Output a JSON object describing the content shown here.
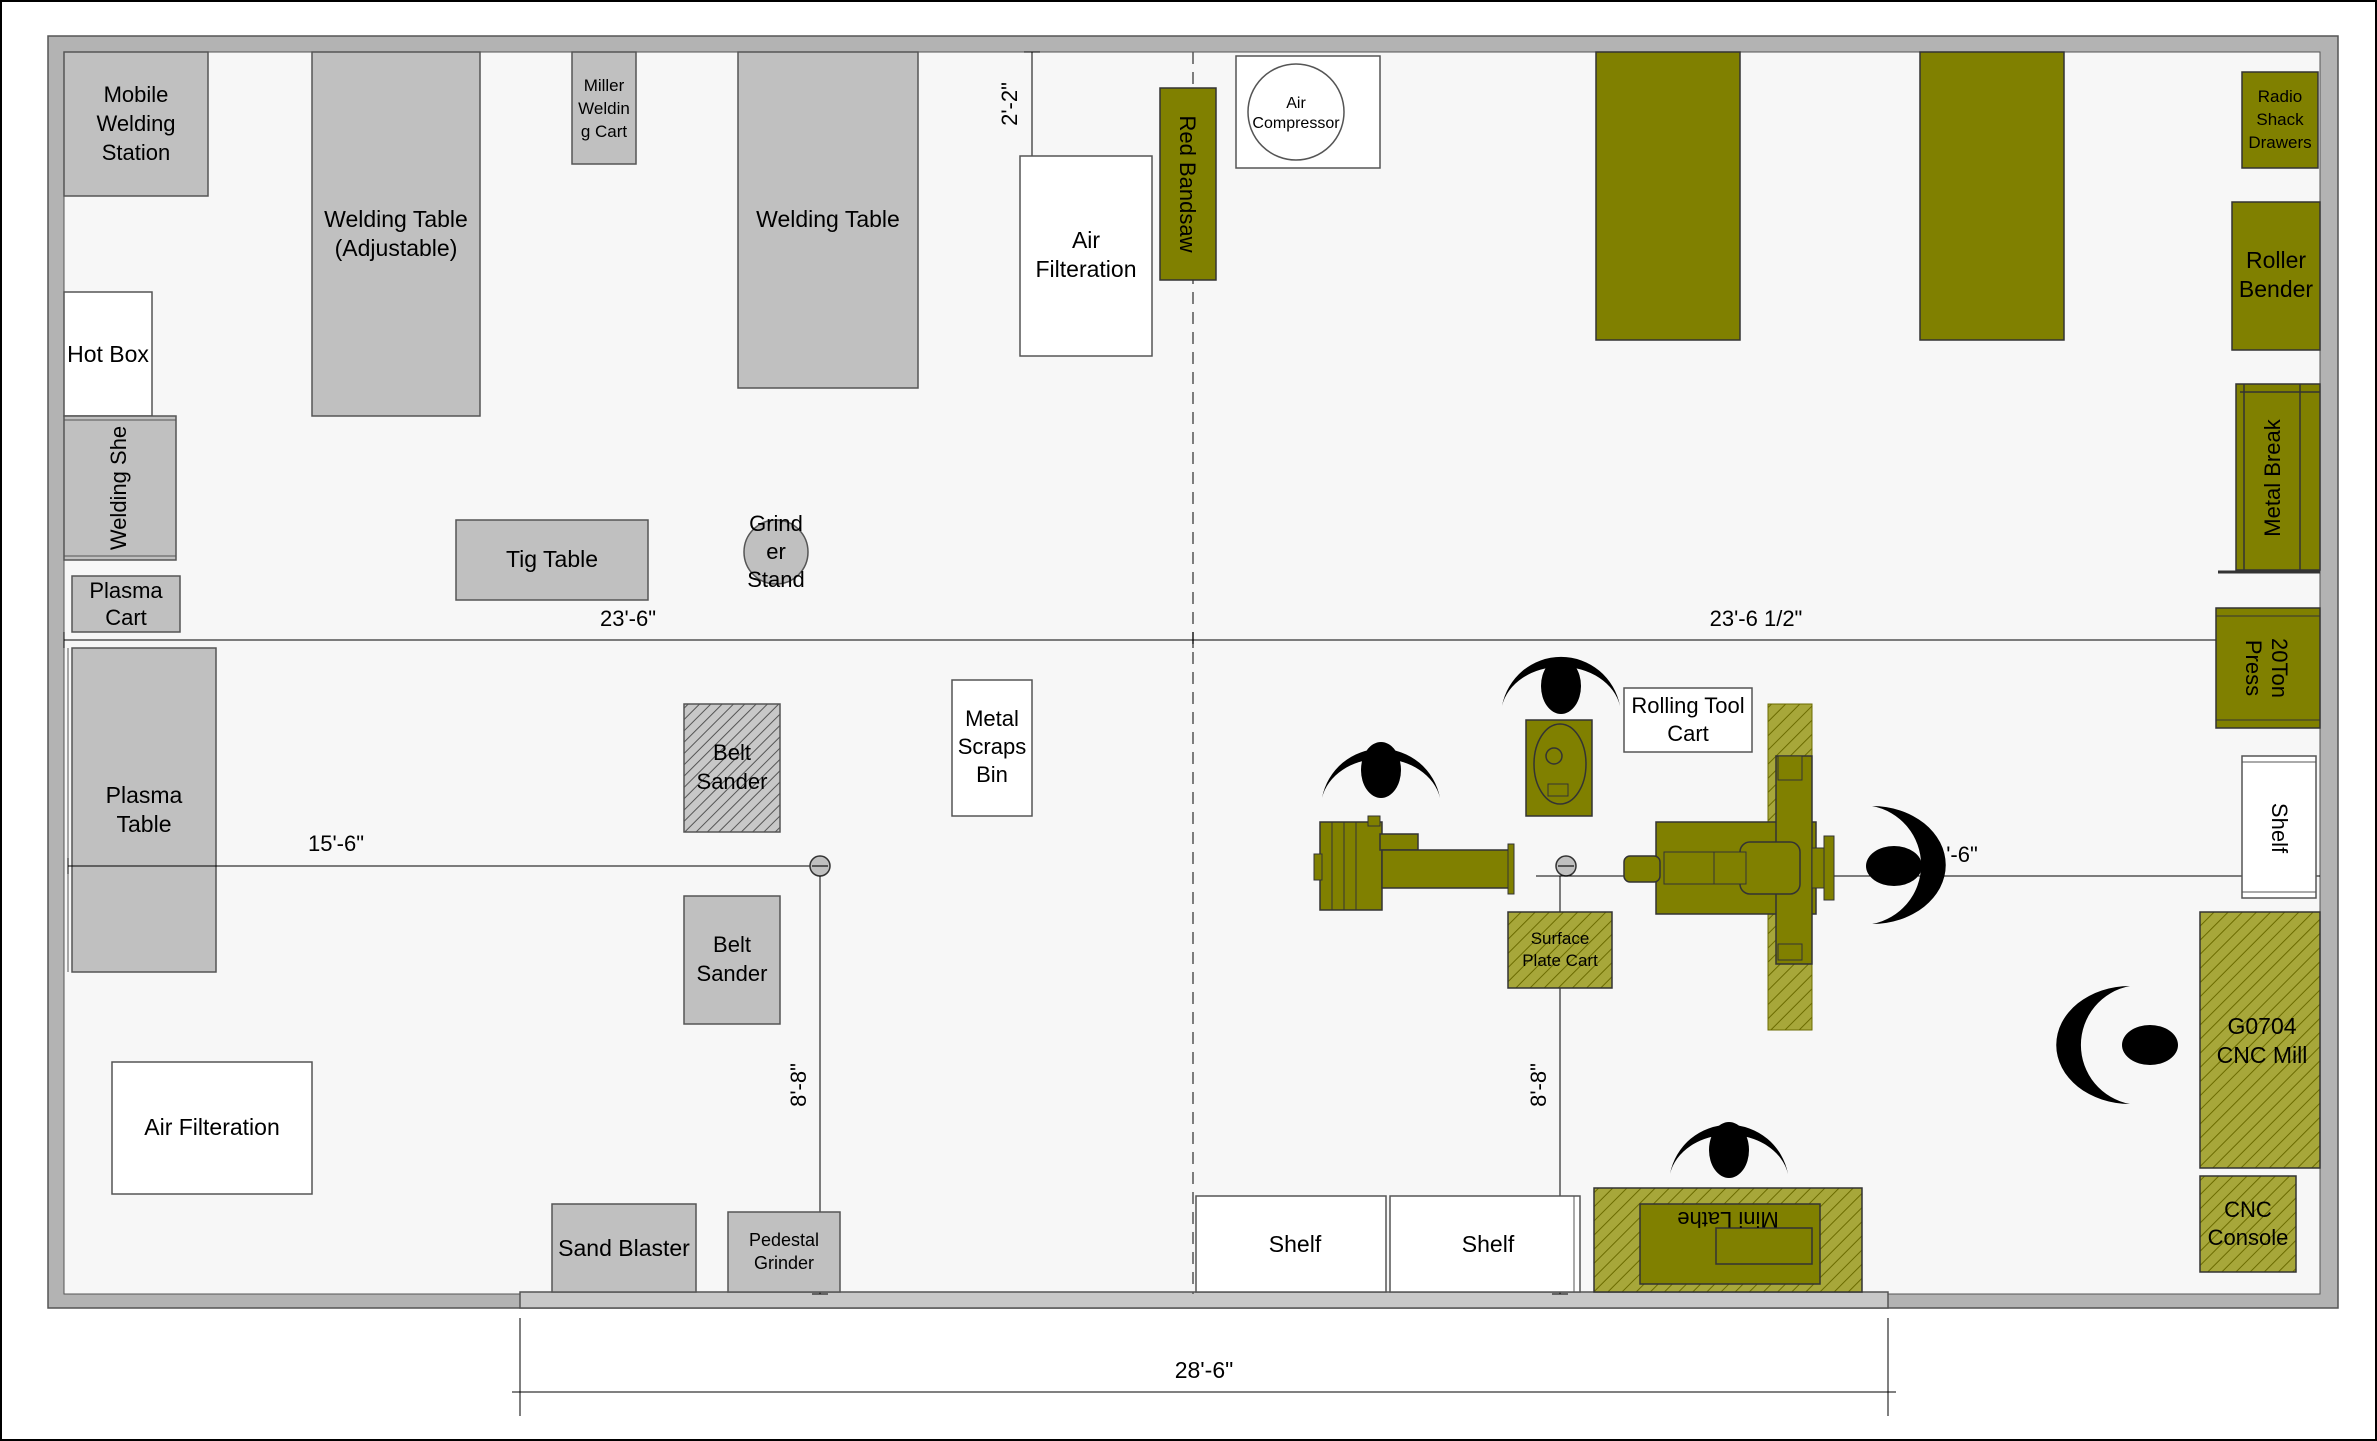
{
  "diagram": {
    "equipment": {
      "mobile_welding_station": [
        "Mobile",
        "Welding",
        "Station"
      ],
      "welding_table_adjustable": [
        "Welding Table",
        "(Adjustable)"
      ],
      "miller_welding_cart": [
        "Miller",
        "Weldin",
        "g Cart"
      ],
      "welding_table": "Welding Table",
      "air_filteration_top": [
        "Air",
        "Filteration"
      ],
      "red_bandsaw": "Red Bandsaw",
      "air_compressor": [
        "Air",
        "Compressor"
      ],
      "radio_shack_drawers": [
        "Radio",
        "Shack",
        "Drawers"
      ],
      "roller_bender": [
        "Roller",
        "Bender"
      ],
      "hot_box": "Hot Box",
      "welding_shelf": "Welding She",
      "metal_break": "Metal Break",
      "tig_table": "Tig Table",
      "grinder_stand": [
        "Grind",
        "er",
        "Stand"
      ],
      "plasma_cart": [
        "Plasma",
        "Cart"
      ],
      "press": [
        "20Ton",
        "Press"
      ],
      "plasma_table": [
        "Plasma",
        "Table"
      ],
      "belt_sander_hatched": [
        "Belt",
        "Sander"
      ],
      "metal_scraps_bin": [
        "Metal",
        "Scraps",
        "Bin"
      ],
      "rolling_tool_cart": [
        "Rolling Tool",
        "Cart"
      ],
      "shelf_right": "Shelf",
      "belt_sander": [
        "Belt",
        "Sander"
      ],
      "surface_plate_cart": [
        "Surface",
        "Plate Cart"
      ],
      "cnc_mill": [
        "G0704",
        "CNC Mill"
      ],
      "air_filteration_bottom": "Air Filteration",
      "mini_lathe": "Mini Lathe",
      "cnc_console": [
        "CNC",
        "Console"
      ],
      "sand_blaster": "Sand Blaster",
      "pedestal_grinder": [
        "Pedestal",
        "Grinder"
      ],
      "shelf_1": "Shelf",
      "shelf_2": "Shelf"
    },
    "dimensions": {
      "gap_top": "2'-2\"",
      "left_half_width": "23'-6\"",
      "right_half_width": "23'-6 1/2\"",
      "plasma_to_post": "15'-6\"",
      "right_post_to_wall": "'-6\"",
      "left_post_height": "8'-8\"",
      "right_post_height": "8'-8\"",
      "door_width": "28'-6\""
    },
    "colors": {
      "olive": "#808000",
      "olive_light": "#a7a73a",
      "gray": "#c0c0c0",
      "wall": "#b3b3b3",
      "floor": "#f7f7f7"
    }
  }
}
